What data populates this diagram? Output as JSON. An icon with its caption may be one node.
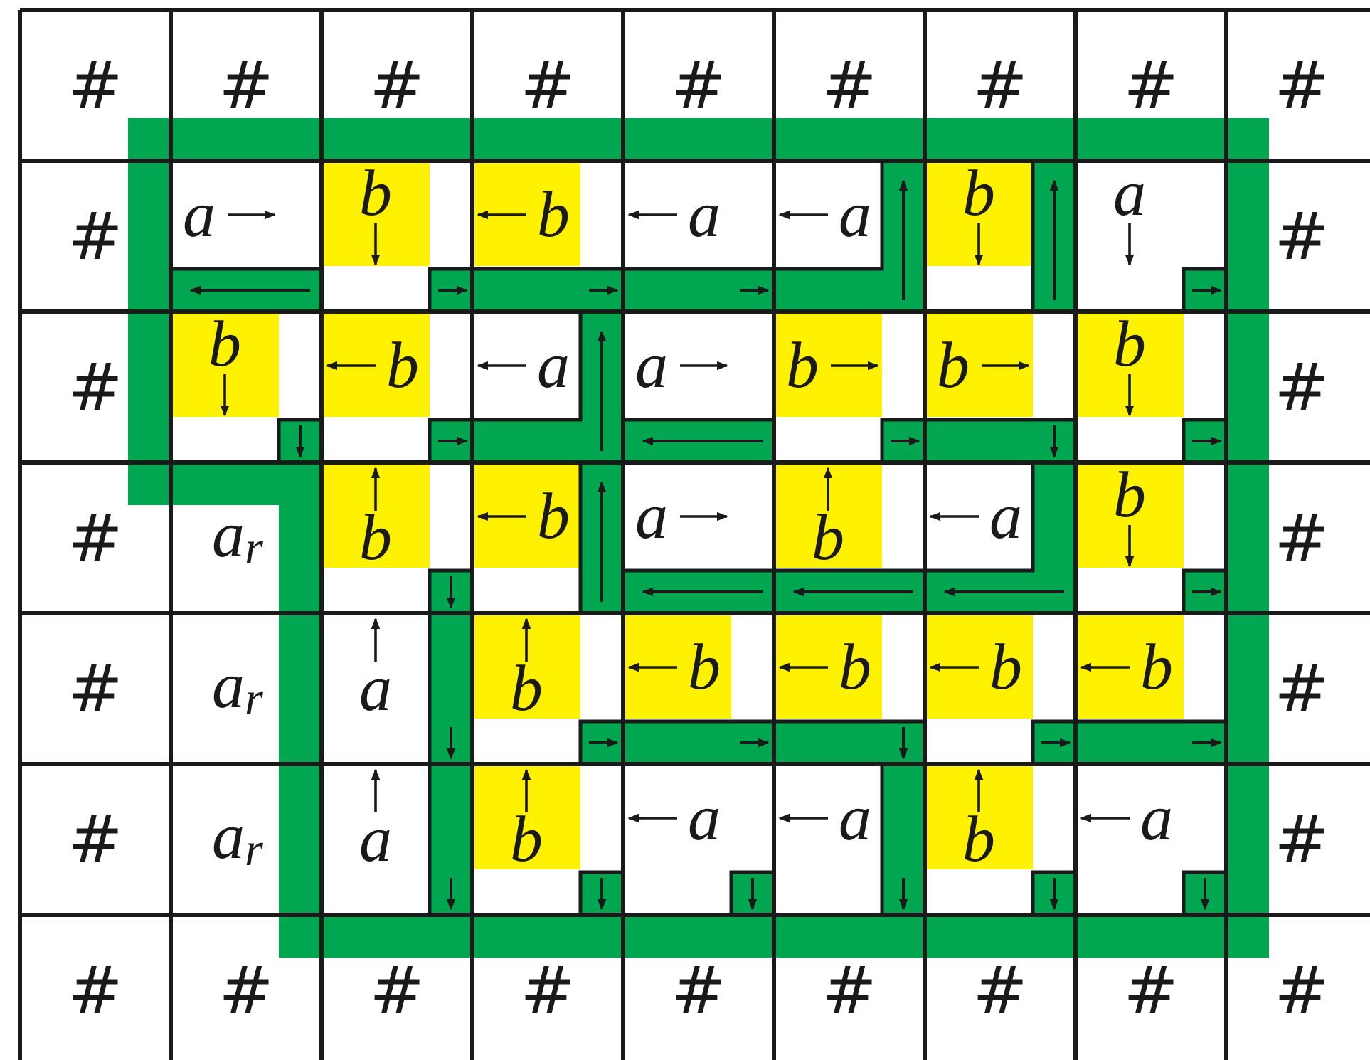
{
  "diagram": {
    "labels": [
      "#",
      "#",
      "#",
      "#",
      "#",
      "#",
      "#",
      "#",
      "#",
      "#",
      "a",
      "b",
      "b",
      "a",
      "a",
      "b",
      "a",
      "#",
      "#",
      "b",
      "b",
      "a",
      "a",
      "b",
      "b",
      "b",
      "#",
      "#",
      "a$_{r}$",
      "b",
      "b",
      "a",
      "b",
      "a",
      "b",
      "#",
      "#",
      "a$_{r}$",
      "a",
      "b",
      "b",
      "b",
      "b",
      "b",
      "#",
      "#",
      "a$_{r}$",
      "a",
      "b",
      "a",
      "a",
      "b",
      "a",
      "#",
      "#",
      "#",
      "#",
      "#",
      "#",
      "#",
      "#",
      "#",
      "#"
    ]
  }
}
